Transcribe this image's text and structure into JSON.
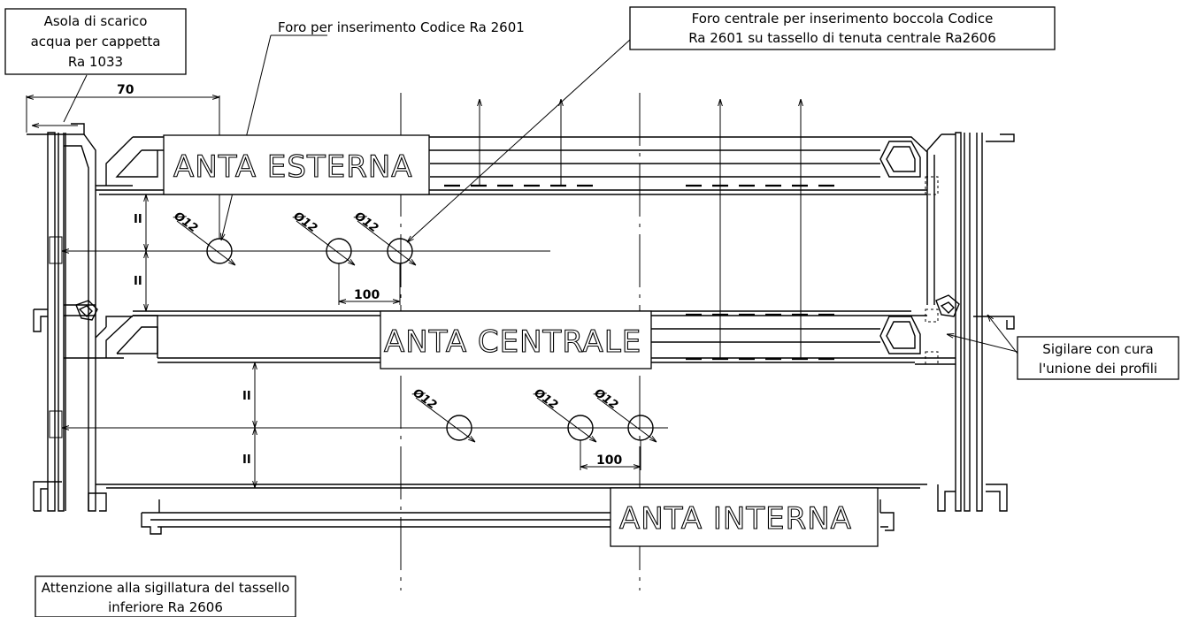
{
  "notes": {
    "drain_slot": [
      "Asola di scarico",
      "acqua per cappetta",
      "Ra 1033"
    ],
    "hole_insert": "Foro per inserimento Codice Ra 2601",
    "central_hole": [
      "Foro centrale per inserimento boccola Codice",
      "Ra 2601 su tassello di tenuta centrale Ra2606"
    ],
    "seal_profiles": [
      "Sigilare con cura",
      "l'unione dei profili"
    ],
    "bottom_seal": [
      "Attenzione alla sigillatura del tassello",
      "inferiore Ra 2606"
    ]
  },
  "sashes": {
    "external": "ANTA ESTERNA",
    "central": "ANTA CENTRALE",
    "internal": "ANTA INTERNA"
  },
  "dimensions": {
    "offset_70": "70",
    "spacing_top": "100",
    "spacing_bottom": "100",
    "hole_diameter": "Ø12",
    "equal_mark": "II"
  }
}
